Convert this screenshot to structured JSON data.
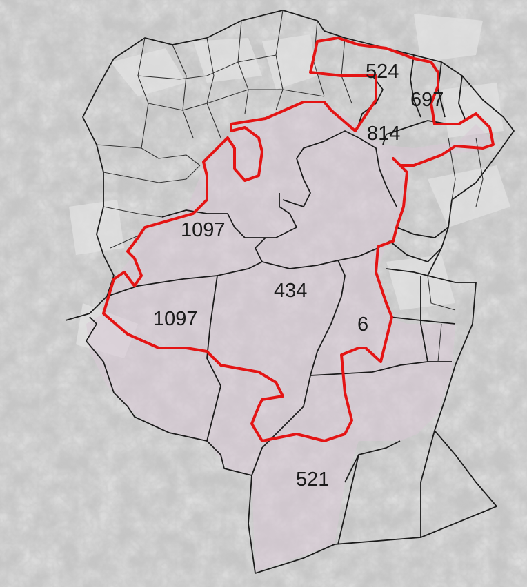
{
  "map": {
    "colors": {
      "highlight_boundary": "#e41414",
      "parcel_boundary": "#1b1b1b",
      "shaded_parcels": "#d8c8d6",
      "background": "#c9c9c9"
    },
    "labels": [
      {
        "id": "524",
        "text": "524"
      },
      {
        "id": "697",
        "text": "697"
      },
      {
        "id": "814",
        "text": "814"
      },
      {
        "id": "1097a",
        "text": "1097"
      },
      {
        "id": "434",
        "text": "434"
      },
      {
        "id": "1097b",
        "text": "1097"
      },
      {
        "id": "6",
        "text": "6"
      },
      {
        "id": "521",
        "text": "521"
      }
    ]
  }
}
